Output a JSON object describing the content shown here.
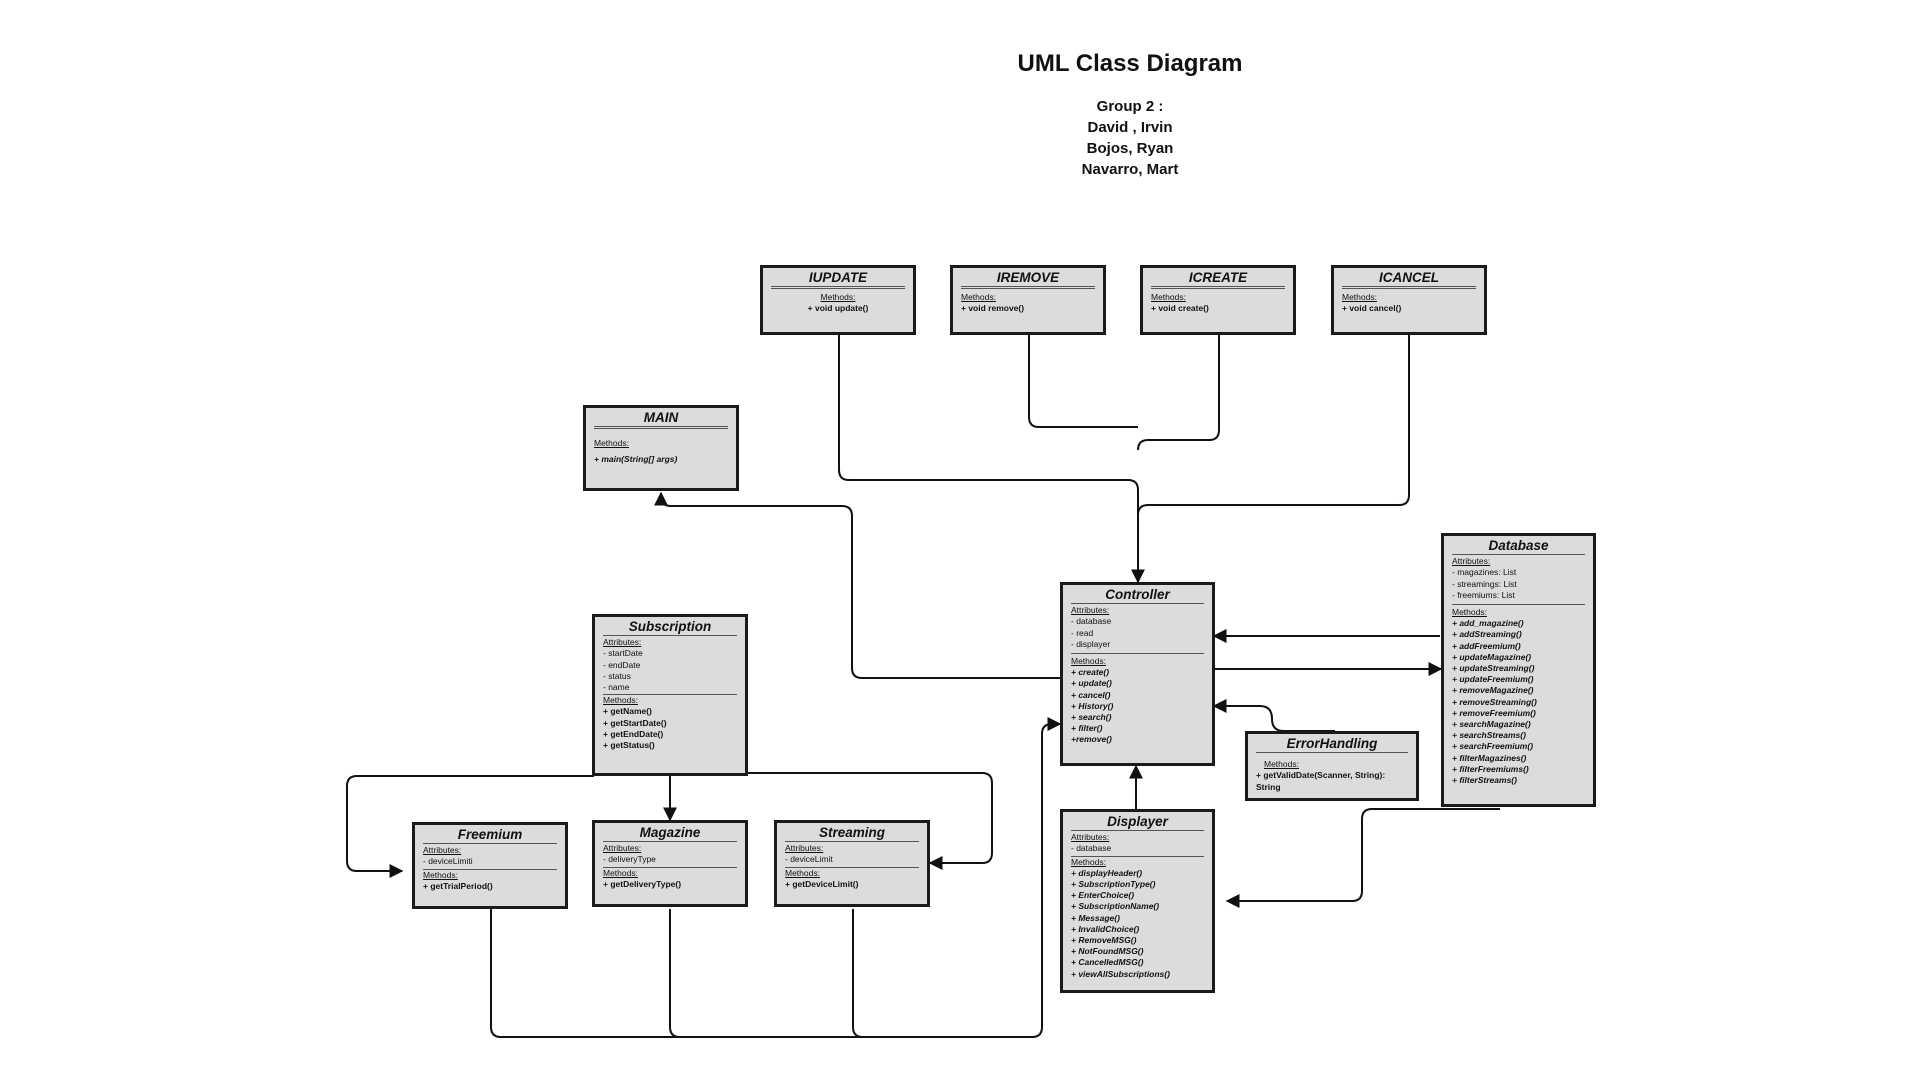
{
  "header": {
    "title": "UML Class Diagram",
    "authors": [
      "Group 2 :",
      "David , Irvin",
      "Bojos, Ryan",
      "Navarro, Mart"
    ]
  },
  "labels": {
    "attributes": "Attributes:",
    "methods": "Methods:"
  },
  "interfaces": {
    "iupdate": {
      "name": "IUPDATE",
      "methods": [
        "+ void update()"
      ]
    },
    "iremove": {
      "name": "IREMOVE",
      "methods": [
        "+ void remove()"
      ]
    },
    "icreate": {
      "name": "ICREATE",
      "methods": [
        "+ void create()"
      ]
    },
    "icancel": {
      "name": "ICANCEL",
      "methods": [
        "+ void cancel()"
      ]
    }
  },
  "classes": {
    "main": {
      "name": "MAIN",
      "methods": [
        "+ main(String[] args)"
      ]
    },
    "controller": {
      "name": "Controller",
      "attributes": [
        "- database",
        "- read",
        "- displayer"
      ],
      "methods": [
        "+ create()",
        "+ update()",
        "+ cancel()",
        "+ History()",
        "+ search()",
        "+ filter()",
        "+remove()"
      ]
    },
    "database": {
      "name": "Database",
      "attributes": [
        "- magazines: List",
        "- streamings: List",
        "- freemiums: List"
      ],
      "methods": [
        "+ add_magazine()",
        "+ addStreaming()",
        "+ addFreemium()",
        "+ updateMagazine()",
        "+ updateStreaming()",
        "+ updateFreemium()",
        "+ removeMagazine()",
        "+ removeStreaming()",
        "+ removeFreemium()",
        "+ searchMagazine()",
        "+ searchStreams()",
        "+ searchFreemium()",
        "+ filterMagazines()",
        "+ filterFreemiums()",
        "+ filterStreams()"
      ]
    },
    "subscription": {
      "name": "Subscription",
      "attributes": [
        "- startDate",
        "- endDate",
        "- status",
        "- name"
      ],
      "methods": [
        "+ getName()",
        "+ getStartDate()",
        "+ getEndDate()",
        "+ getStatus()"
      ]
    },
    "freemium": {
      "name": "Freemium",
      "attributes": [
        "- deviceLimiti"
      ],
      "methods": [
        "+ getTrialPeriod()"
      ]
    },
    "magazine": {
      "name": "Magazine",
      "attributes": [
        "- deliveryType"
      ],
      "methods": [
        "+ getDeliveryType()"
      ]
    },
    "streaming": {
      "name": "Streaming",
      "attributes": [
        "- deviceLimit"
      ],
      "methods": [
        "+ getDeviceLimit()"
      ]
    },
    "errorhandling": {
      "name": "ErrorHandling",
      "methods": [
        "+ getValidDate(Scanner, String): String"
      ]
    },
    "displayer": {
      "name": "Displayer",
      "attributes": [
        "- database"
      ],
      "methods": [
        "+ displayHeader()",
        "+ SubscriptionType()",
        "+ EnterChoice()",
        "+ SubscriptionName()",
        "+ Message()",
        "+ InvalidChoice()",
        "+ RemoveMSG()",
        "+ NotFoundMSG()",
        "+ CancelledMSG()",
        "+ viewAllSubscriptions()"
      ]
    }
  }
}
